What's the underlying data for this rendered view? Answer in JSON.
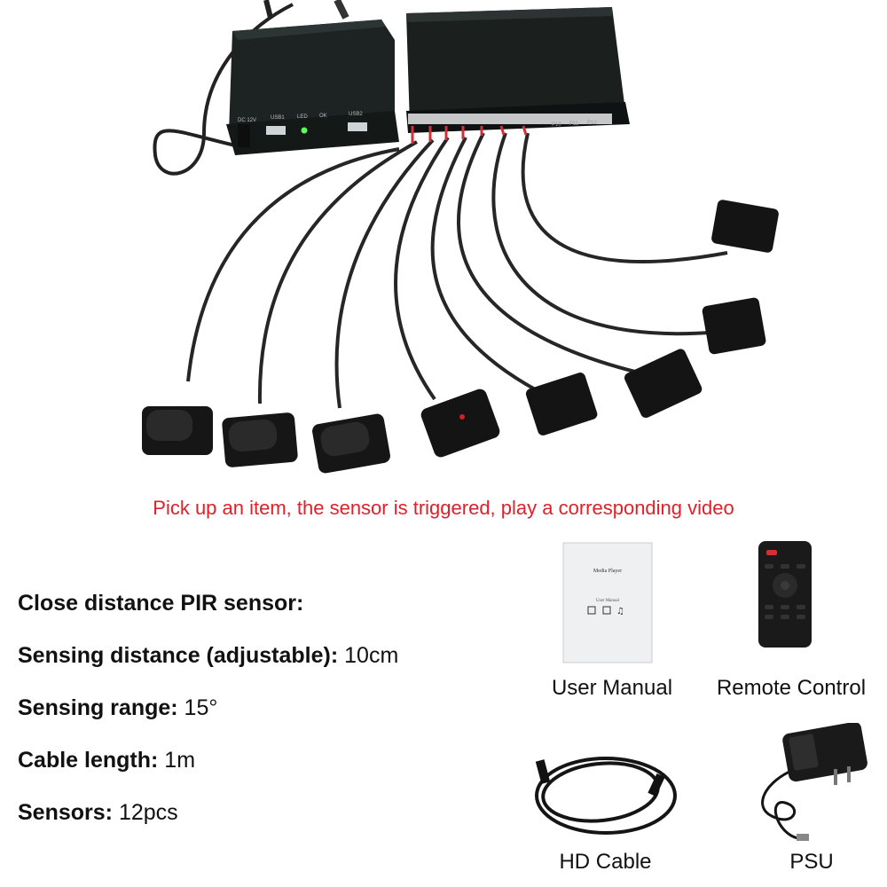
{
  "caption": "Pick up an item, the sensor is triggered, play a corresponding video",
  "specs": [
    {
      "label": "Close distance PIR sensor:",
      "value": ""
    },
    {
      "label": "Sensing distance (adjustable):",
      "value": "10cm"
    },
    {
      "label": "Sensing range:",
      "value": "15°"
    },
    {
      "label": "Cable length:",
      "value": "1m"
    },
    {
      "label": "Sensors:",
      "value": "12pcs"
    }
  ],
  "accessories": {
    "manual": {
      "label": "User Manual",
      "title": "Media Player",
      "subtitle": "User Manual"
    },
    "remote": {
      "label": "Remote Control"
    },
    "cable": {
      "label": "HD Cable"
    },
    "psu": {
      "label": "PSU"
    }
  },
  "device_ports": {
    "left_box": [
      "DC 12V",
      "USB1",
      "LED",
      "OK",
      "USB2"
    ],
    "right_box": [
      "P10",
      "P11",
      "P12"
    ]
  },
  "colors": {
    "caption": "#e0202a",
    "device": "#1b1f1e",
    "cable": "#2a2a2a"
  }
}
